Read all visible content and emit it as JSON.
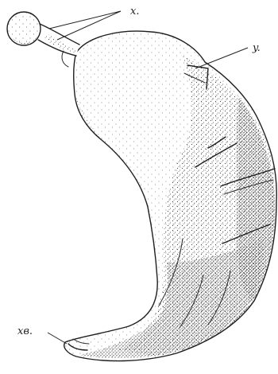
{
  "figure": {
    "labels": {
      "x": "x.",
      "y": "y.",
      "xv": "xв."
    },
    "ink_color": "#1f1f1f",
    "paper_color": "#ffffff"
  }
}
